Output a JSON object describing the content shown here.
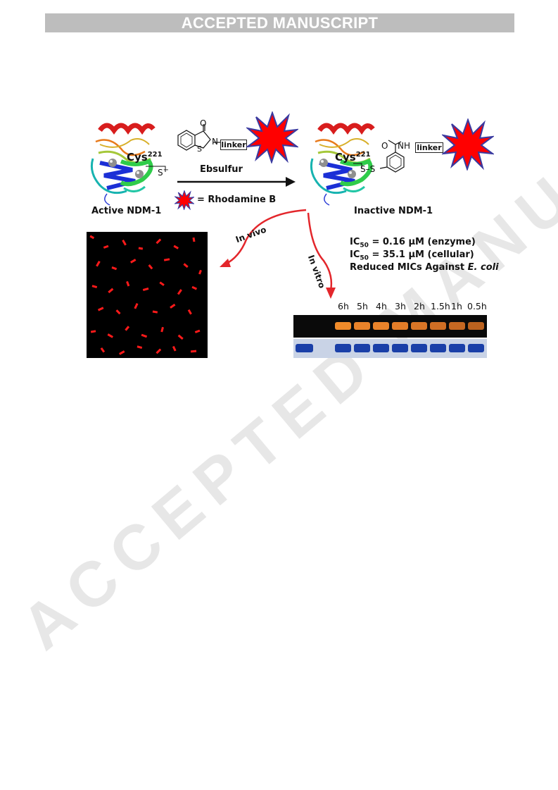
{
  "header": {
    "banner": "ACCEPTED MANUSCRIPT"
  },
  "watermark": "ACCEPTED MANUSCRIPT",
  "figure": {
    "active_label": "Active NDM-1",
    "inactive_label": "Inactive NDM-1",
    "cys_label": "Cys",
    "cys_superscript": "221",
    "ebsulfur_label": "Ebsulfur",
    "rhodamine_legend": "= Rhodamine B",
    "linker": "linker",
    "atoms": {
      "O": "O",
      "N": "N",
      "S": "S",
      "NH": "NH",
      "S_minus": "S",
      "minus": "−",
      "SS": "S–S"
    },
    "in_vivo": "In vivo",
    "in_vitro": "In vitro",
    "results": {
      "ic50_label": "IC",
      "ic50_sub": "50",
      "ic50_enzyme": "= 0.16 μM (enzyme)",
      "ic50_cellular": "= 35.1 μM (cellular)",
      "mic_text": "Reduced MICs Against ",
      "mic_organism": "E. coli"
    },
    "gel_times": [
      "6h",
      "5h",
      "4h",
      "3h",
      "2h",
      "1.5h",
      "1h",
      "0.5h"
    ]
  },
  "colors": {
    "banner_bg": "#bdbdbd",
    "arrow_red": "#e3262b",
    "rhodamine": "#ff0000",
    "gel_orange": "#f08b2a",
    "gel_blue": "#1a3fa8"
  }
}
